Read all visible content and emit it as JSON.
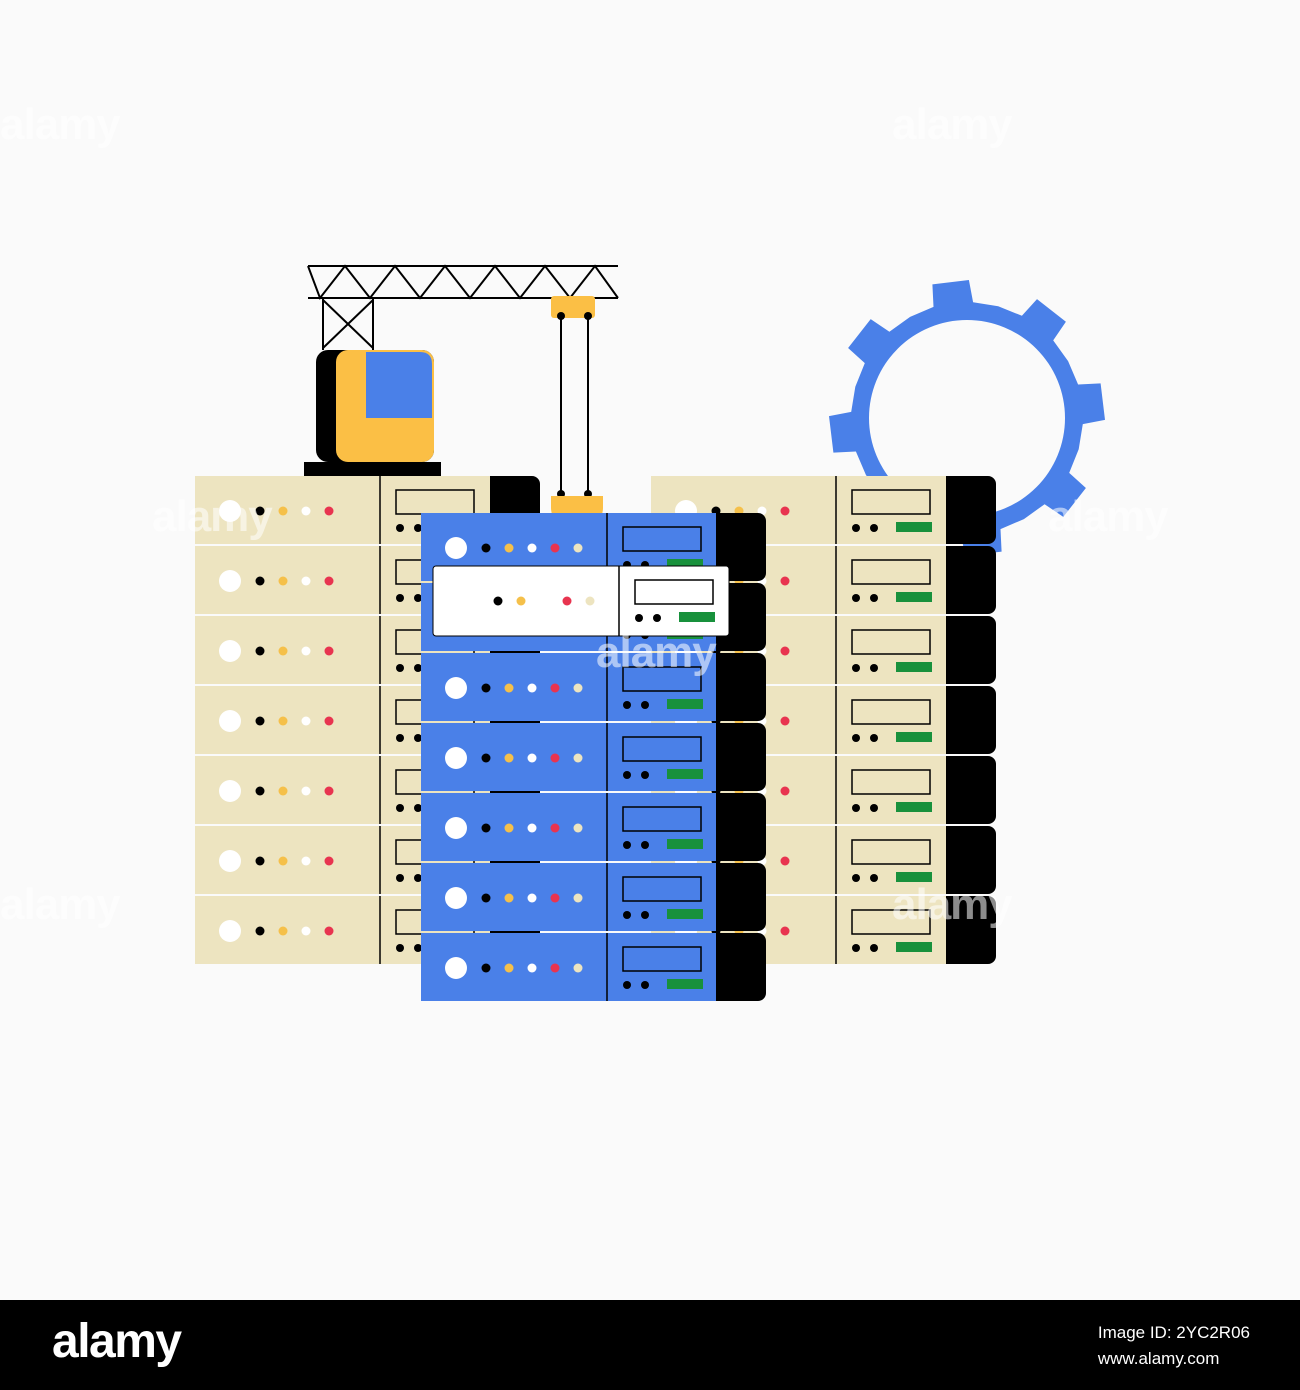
{
  "footer": {
    "logo": "alamy",
    "image_id": "Image ID: 2YC2R06",
    "site": "www.alamy.com"
  },
  "watermark": {
    "text": "alamy"
  },
  "colors": {
    "background": "#fafafa",
    "server_beige": "#ede4c0",
    "server_blue": "#4a80e8",
    "shadow": "#000000",
    "crane_yellow": "#fbbf45",
    "gear_blue": "#4a80e8",
    "led_red": "#e8344f",
    "led_yellow": "#f5c04a",
    "led_green": "#18913c"
  },
  "icons": [
    "server-rack-icon",
    "crane-icon",
    "gear-icon",
    "led-icon"
  ]
}
